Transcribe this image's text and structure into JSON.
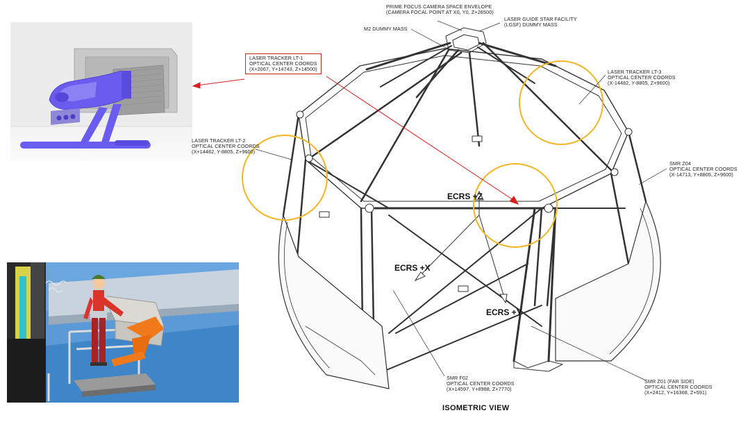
{
  "diagram": {
    "caption": "ISOMETRIC VIEW",
    "labels": {
      "prime_focus": [
        "PRIME FOCUS CAMERA SPACE ENVELOPE",
        "(CAMERA FOCAL POINT AT X0, Y0, Z+26500)"
      ],
      "lgsf": [
        "LASER GUIDE STAR FACILITY",
        "(LGSF) DUMMY MASS"
      ],
      "m2": [
        "M2 DUMMY MASS"
      ],
      "lt1": [
        "LASER TRACKER LT-1",
        "OPTICAL CENTER COORDS",
        "(X+2067, Y+14743, Z+14500)"
      ],
      "lt3": [
        "LASER TRACKER LT-3",
        "OPTICAL CENTER COORDS",
        "(X-14482, Y-8805, Z+9600)"
      ],
      "lt2": [
        "LASER TRACKER LT-2",
        "OPTICAL CENTER COORDS",
        "(X+14482, Y-8805, Z+9600)"
      ],
      "smr_z04": [
        "SMR Z04",
        "OPTICAL CENTER COORDS",
        "(X-14713, Y+8805, Z+9600)"
      ],
      "smr_f02": [
        "SMR F02",
        "OPTICAL CENTER COORDS",
        "(X+14597, Y+8988, Z+7770)"
      ],
      "smr_z01": [
        "SMR Z01 (FAR SIDE)",
        "OPTICAL CENTER COORDS",
        "(X+2412, Y+16368, Z+591)"
      ]
    },
    "axes": {
      "z": "ECRS +Z",
      "x": "ECRS +X",
      "y": "ECRS +Y"
    },
    "colors": {
      "highlight_circle": "#f2b523",
      "callout_red": "#d62020",
      "tracker_blue": "#6b5cf0",
      "tracker_orange": "#f07a1a",
      "frame_line": "#333333"
    }
  }
}
